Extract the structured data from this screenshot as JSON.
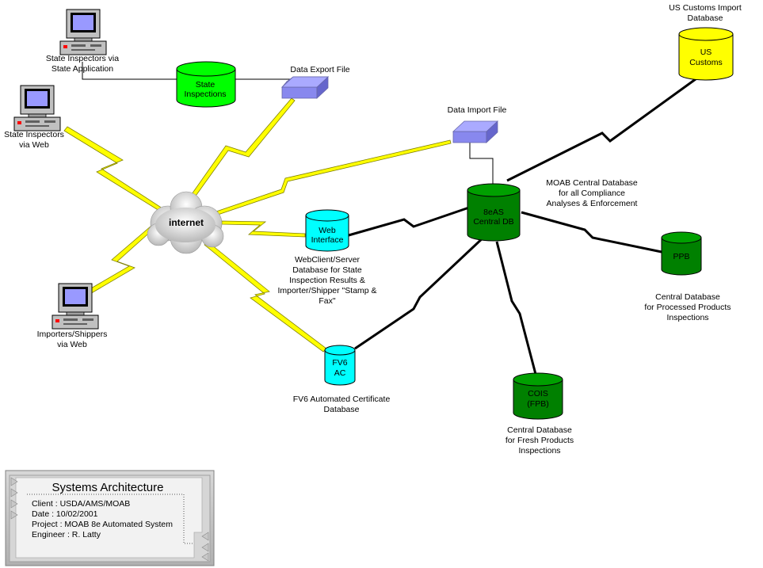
{
  "nodes": {
    "state_app": [
      "State Inspectors via",
      "State Application"
    ],
    "state_web": [
      "State Inspectors",
      "via Web"
    ],
    "importers": [
      "Importers/Shippers",
      "via Web"
    ],
    "internet": "internet",
    "state_inspections_db": [
      "State",
      "Inspections"
    ],
    "data_export": "Data Export File",
    "data_import": "Data Import File",
    "us_customs_caption": [
      "US Customs Import",
      "Database"
    ],
    "us_customs_db": [
      "US",
      "Customs"
    ],
    "web_interface_db": [
      "Web",
      "Interface"
    ],
    "web_interface_caption": [
      "WebClient/Server",
      "Database for State",
      "Inspection Results &",
      "Importer/Shipper \"Stamp &",
      "Fax\""
    ],
    "central_db": [
      "8eAS",
      "Central DB"
    ],
    "central_caption": [
      "MOAB Central Database",
      "for all Compliance",
      "Analyses & Enforcement"
    ],
    "ppb_db": "PPB",
    "ppb_caption": [
      "Central Database",
      "for Processed Products",
      "Inspections"
    ],
    "fv6_db": [
      "FV6",
      "AC"
    ],
    "fv6_caption": [
      "FV6 Automated Certificate",
      "Database"
    ],
    "cois_db": [
      "COIS",
      "(FPB)"
    ],
    "cois_caption": [
      "Central Database",
      "for Fresh Products",
      "Inspections"
    ]
  },
  "title_block": {
    "title": "Systems Architecture",
    "client": "Client : USDA/AMS/MOAB",
    "date": "Date : 10/02/2001",
    "project": "Project : MOAB 8e Automated System",
    "engineer": "Engineer : R. Latty"
  },
  "colors": {
    "bright_green": "#00ff00",
    "dark_green": "#008000",
    "cyan": "#00ffff",
    "yellow": "#ffff00",
    "lightning": "#ffff00",
    "file": "#9999ff"
  }
}
